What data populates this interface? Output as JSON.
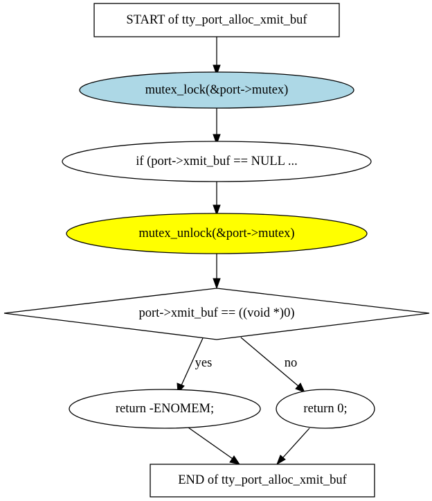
{
  "nodes": {
    "start": {
      "label": "START of tty_port_alloc_xmit_buf",
      "shape": "box",
      "fill": "#ffffff"
    },
    "lock": {
      "label": "mutex_lock(&port->mutex)",
      "shape": "ellipse",
      "fill": "#add8e6"
    },
    "if_check": {
      "label": "if (port->xmit_buf == NULL ...",
      "shape": "ellipse",
      "fill": "#ffffff"
    },
    "unlock": {
      "label": "mutex_unlock(&port->mutex)",
      "shape": "ellipse",
      "fill": "#ffff00"
    },
    "decision": {
      "label": "port->xmit_buf == ((void *)0)",
      "shape": "diamond",
      "fill": "#ffffff"
    },
    "ret_enomem": {
      "label": "return -ENOMEM;",
      "shape": "ellipse",
      "fill": "#ffffff"
    },
    "ret_zero": {
      "label": "return 0;",
      "shape": "ellipse",
      "fill": "#ffffff"
    },
    "end": {
      "label": "END of tty_port_alloc_xmit_buf",
      "shape": "box",
      "fill": "#ffffff"
    }
  },
  "edges": {
    "start_lock": {
      "from": "start",
      "to": "lock",
      "label": ""
    },
    "lock_if": {
      "from": "lock",
      "to": "if_check",
      "label": ""
    },
    "if_unlock": {
      "from": "if_check",
      "to": "unlock",
      "label": ""
    },
    "unlock_decision": {
      "from": "unlock",
      "to": "decision",
      "label": ""
    },
    "decision_enomem": {
      "from": "decision",
      "to": "ret_enomem",
      "label": "yes"
    },
    "decision_zero": {
      "from": "decision",
      "to": "ret_zero",
      "label": "no"
    },
    "enomem_end": {
      "from": "ret_enomem",
      "to": "end",
      "label": ""
    },
    "zero_end": {
      "from": "ret_zero",
      "to": "end",
      "label": ""
    }
  }
}
